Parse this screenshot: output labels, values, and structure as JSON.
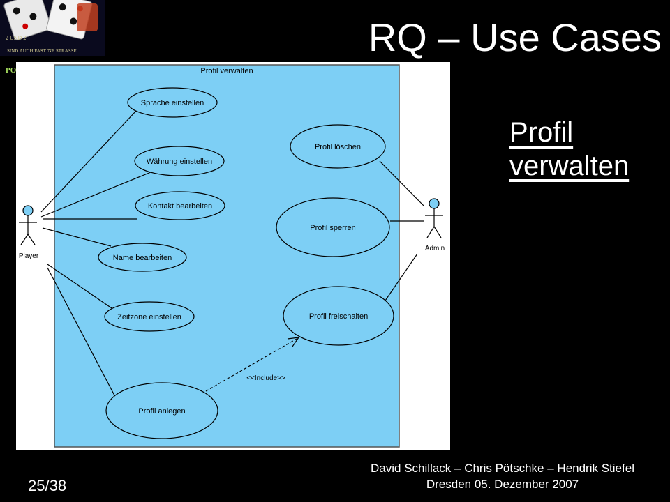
{
  "slide": {
    "title": "RQ – Use Cases",
    "side_heading": "Profil verwalten",
    "page_number": "25/38",
    "footer_line1": "David Schillack – Chris Pötschke – Hendrik Stiefel",
    "footer_line2": "Dresden 05. Dezember 2007"
  },
  "logo": {
    "line1": "2 UND 2",
    "line2": "SIND AUCH FAST 'NE STRASSE",
    "line3": "PO"
  },
  "diagram": {
    "system_name": "Profil verwalten",
    "actors": {
      "player": "Player",
      "admin": "Admin"
    },
    "use_cases": {
      "sprache": "Sprache einstellen",
      "waehrung": "Währung einstellen",
      "kontakt": "Kontakt bearbeiten",
      "name": "Name bearbeiten",
      "zeitzone": "Zeitzone einstellen",
      "anlegen": "Profil anlegen",
      "loeschen": "Profil löschen",
      "sperren": "Profil sperren",
      "freischalten": "Profil freischalten"
    },
    "include_label": "<<Include>>",
    "colors": {
      "system_fill": "#7dcff5",
      "actor_head": "#7dcff5",
      "use_case_fill": "#7dcff5",
      "line": "#000000"
    }
  }
}
